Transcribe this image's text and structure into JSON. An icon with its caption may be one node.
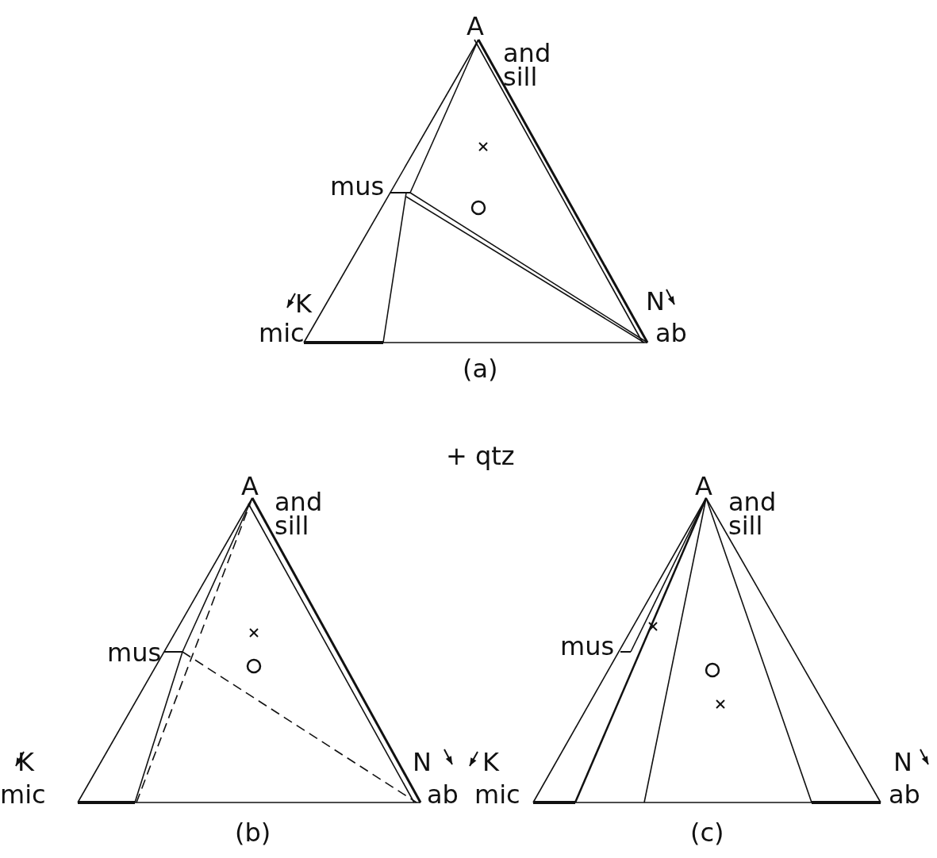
{
  "diagram": {
    "labels": [
      "A",
      "and sill",
      "mus",
      "K",
      "mic",
      "N",
      "ab",
      "(a)",
      "+ qtz",
      "A",
      "and sill",
      "A",
      "and sill",
      "mus",
      "mus",
      "K",
      "mic",
      "N",
      "ab",
      "K",
      "mic",
      "N",
      "ab",
      "(b)",
      "(c)"
    ]
  }
}
